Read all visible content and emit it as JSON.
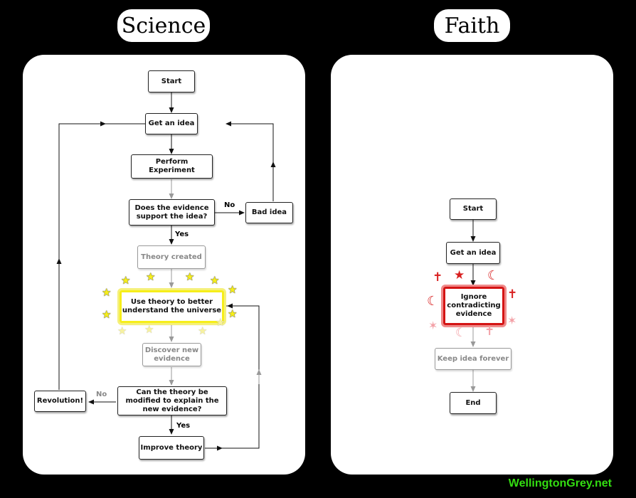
{
  "titles": {
    "science": "Science",
    "faith": "Faith"
  },
  "science": {
    "start": "Start",
    "get_idea": "Get an idea",
    "perform_experiment": "Perform Experiment",
    "evidence_question": "Does the evidence support the idea?",
    "bad_idea": "Bad idea",
    "theory_created": "Theory created",
    "use_theory": "Use theory to better understand the universe",
    "discover_evidence": "Discover new evidence",
    "modify_question": "Can the theory be modified to explain the new evidence?",
    "revolution": "Revolution!",
    "improve_theory": "Improve theory",
    "no_label": "No",
    "yes_label": "Yes",
    "no_label_2": "No",
    "yes_label_2": "Yes"
  },
  "faith": {
    "start": "Start",
    "get_idea": "Get an idea",
    "ignore": "Ignore contradicting evidence",
    "keep": "Keep idea forever",
    "end": "End"
  },
  "decorations": {
    "star": "★",
    "cross": "✝",
    "crescent": "☾",
    "hexagram": "✶"
  },
  "colors": {
    "background": "#000000",
    "panel": "#ffffff",
    "highlight_yellow": "#f6ee1a",
    "highlight_red": "#d41414",
    "watermark": "#33dd11"
  },
  "watermark": "WellingtonGrey.net"
}
